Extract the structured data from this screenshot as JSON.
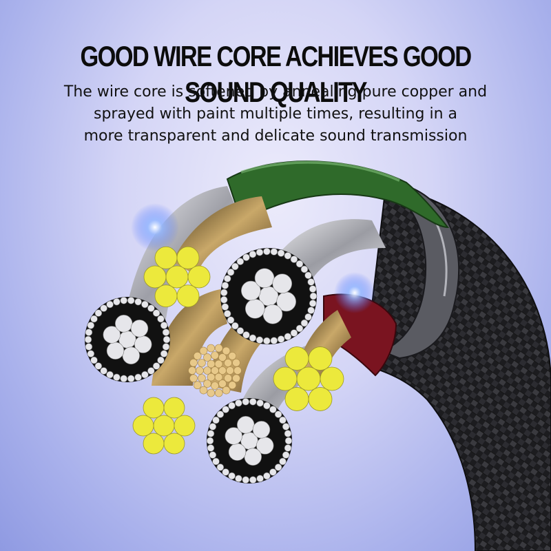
{
  "headline": "GOOD WIRE CORE ACHIEVES GOOD SOUND QUALITY",
  "subtitle_lines": [
    "The wire core is softened by annealing pure copper and",
    "sprayed with paint multiple times, resulting in a",
    "more transparent and delicate sound transmission"
  ],
  "colors": {
    "background": "#c9cdf4",
    "braid": "#1f1f22",
    "green_sleeve": "#2f6a2a",
    "red_sleeve": "#7a1420",
    "silver_strand": "#e6e6ea",
    "yellow_strand": "#ece93c",
    "copper_strand": "#e8c98a"
  }
}
